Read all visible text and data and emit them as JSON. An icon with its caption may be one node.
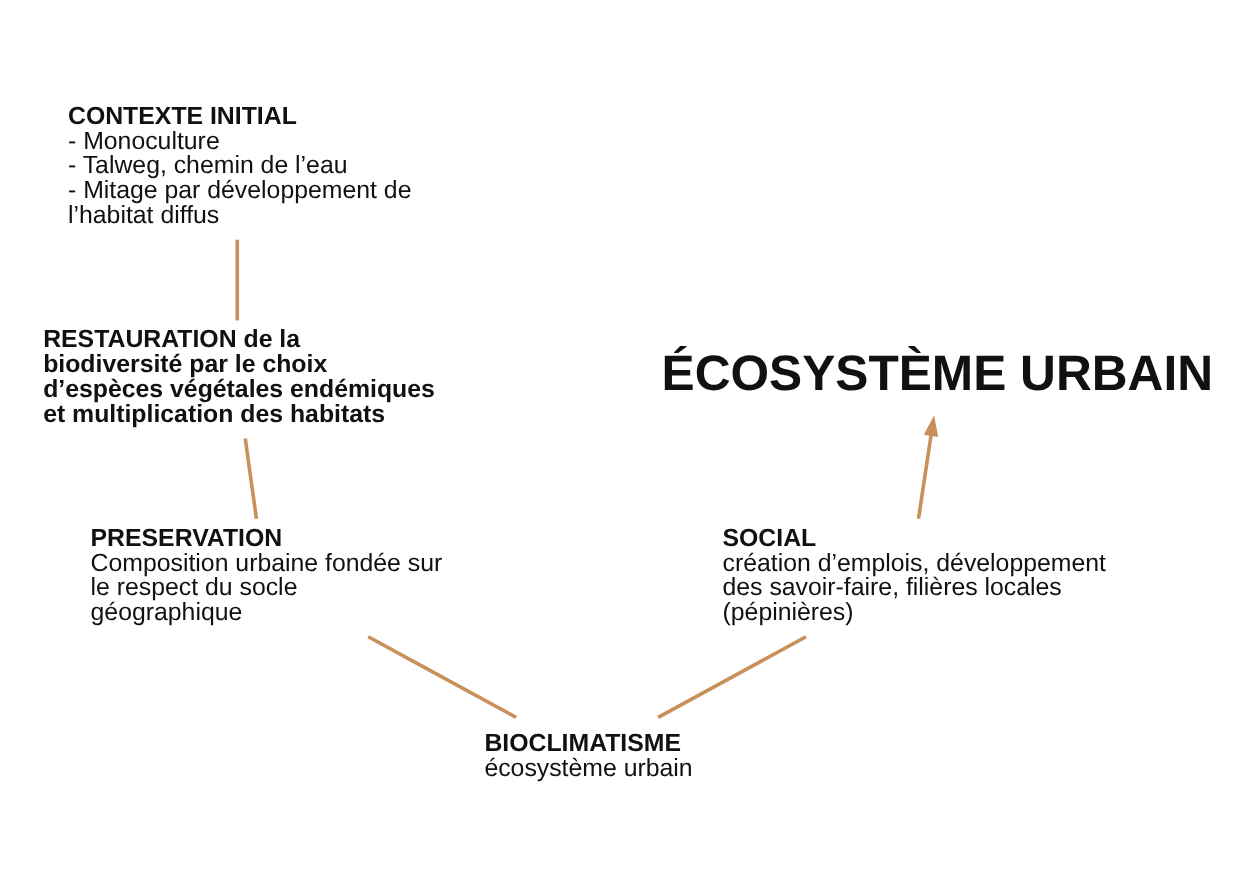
{
  "diagram": {
    "nodes": [
      {
        "text": [
          "CONTEXTE INITIAL",
          "- Monoculture",
          "- Talweg, chemin de l’eau",
          "- Mitage par développement de l’habitat diffus"
        ]
      },
      {
        "text": [
          "RESTAURATION de la biodiversité par le choix d’espèces végétales endémiques et multiplication des habitats"
        ]
      },
      {
        "text": [
          "ÉCOSYSTÈME URBAIN"
        ]
      },
      {
        "text": [
          "SOCIAL",
          "création d’emplois, développement des savoir-faire, filières locales (pépinières)"
        ]
      },
      {
        "text": [
          "PRESERVATION",
          "Composition urbaine fondée sur le respect du socle géographique"
        ]
      },
      {
        "text": [
          "BIOCLIMATISME",
          "écosystème urbain"
        ]
      }
    ],
    "edges": [
      {
        "from": 0,
        "to": 1,
        "arrow": "none"
      },
      {
        "from": 1,
        "to": 4,
        "arrow": "none"
      },
      {
        "from": 4,
        "to": 5,
        "arrow": "none"
      },
      {
        "from": 5,
        "to": 3,
        "arrow": "none"
      },
      {
        "from": 3,
        "to": 2,
        "arrow": "to"
      }
    ]
  }
}
